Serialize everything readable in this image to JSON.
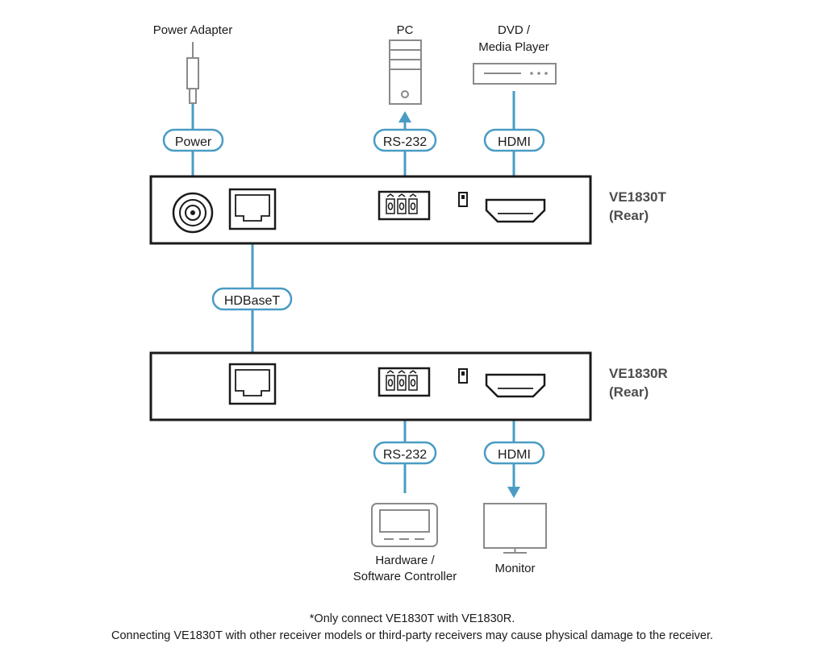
{
  "devices": {
    "power_adapter": "Power Adapter",
    "pc": "PC",
    "dvd_line1": "DVD /",
    "dvd_line2": "Media Player",
    "controller_line1": "Hardware /",
    "controller_line2": "Software Controller",
    "monitor": "Monitor"
  },
  "units": {
    "transmitter_name": "VE1830T",
    "transmitter_side": "(Rear)",
    "receiver_name": "VE1830R",
    "receiver_side": "(Rear)"
  },
  "connections": {
    "power": "Power",
    "rs232_top": "RS-232",
    "hdmi_top": "HDMI",
    "hdbaset": "HDBaseT",
    "rs232_bottom": "RS-232",
    "hdmi_bottom": "HDMI"
  },
  "notes": {
    "line1": "*Only connect VE1830T with VE1830R.",
    "line2": "Connecting VE1830T with other receiver models or third-party receivers may cause physical damage to the receiver."
  },
  "colors": {
    "cable": "#4a9cc4",
    "outline": "#1a1a1a",
    "device_gray": "#8a8a8a"
  }
}
